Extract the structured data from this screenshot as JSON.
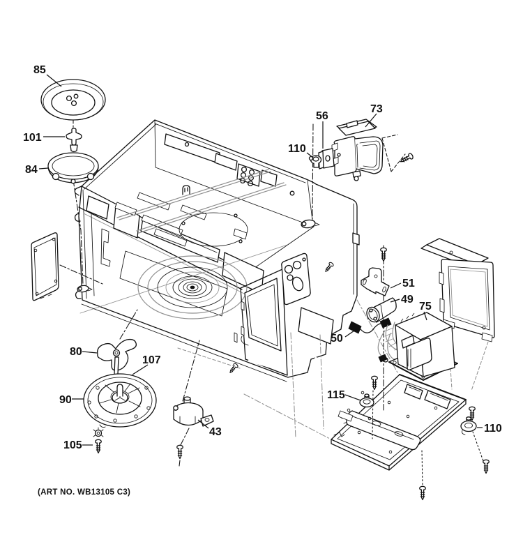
{
  "page": {
    "colors": {
      "background": "#ffffff",
      "line": "#111111",
      "gray": "#8f8f8f"
    }
  },
  "diagram": {
    "art_no": "(ART NO. WB13105 C3)",
    "labels": {
      "p85": "85",
      "p101": "101",
      "p84": "84",
      "p56": "56",
      "p73": "73",
      "p110a": "110",
      "p51": "51",
      "p49": "49",
      "p50": "50",
      "p75": "75",
      "p80": "80",
      "p107": "107",
      "p90": "90",
      "p105": "105",
      "p43": "43",
      "p115": "115",
      "p110b": "110"
    }
  }
}
